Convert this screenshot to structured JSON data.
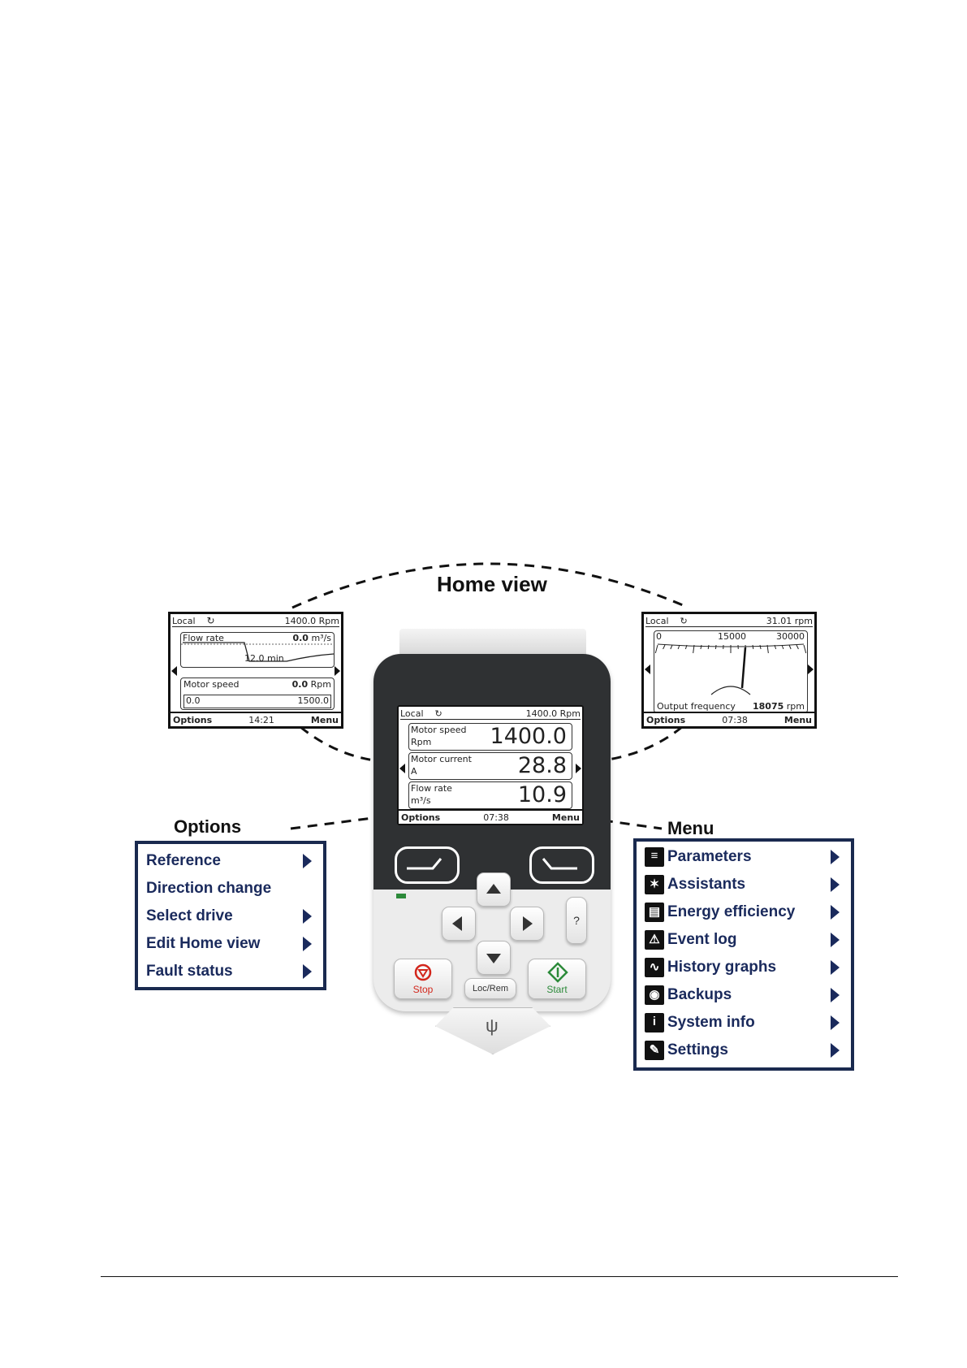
{
  "home_view_label": "Home view",
  "options_label": "Options",
  "menu_label": "Menu",
  "left_screen": {
    "mode": "Local",
    "status_value": "1400.0 Rpm",
    "trend_name": "Flow rate",
    "trend_value": "0.0",
    "trend_unit": "m³/s",
    "trend_span": "12.0 min",
    "bar_name": "Motor speed",
    "bar_value": "0.0",
    "bar_unit": "Rpm",
    "bar_min": "0.0",
    "bar_max": "1500.0",
    "softkey_left": "Options",
    "time": "14:21",
    "softkey_right": "Menu"
  },
  "right_screen": {
    "mode": "Local",
    "status_value": "31.01 rpm",
    "scale_min": "0",
    "scale_mid": "15000",
    "scale_max": "30000",
    "gauge_name": "Output frequency",
    "gauge_value": "18075",
    "gauge_unit": "rpm",
    "gauge_fraction": 0.6,
    "softkey_left": "Options",
    "time": "07:38",
    "softkey_right": "Menu"
  },
  "device_screen": {
    "mode": "Local",
    "status_value": "1400.0 Rpm",
    "rows": [
      {
        "name": "Motor speed",
        "unit": "Rpm",
        "value": "1400.0"
      },
      {
        "name": "Motor current",
        "unit": "A",
        "value": "28.8"
      },
      {
        "name": "Flow rate",
        "unit": "m³/s",
        "value": "10.9"
      }
    ],
    "softkey_left": "Options",
    "time": "07:38",
    "softkey_right": "Menu"
  },
  "keypad": {
    "stop_label": "Stop",
    "locrem_label": "Loc/Rem",
    "start_label": "Start",
    "help_label": "?",
    "usb_symbol": "ψ"
  },
  "options_list": [
    {
      "label": "Reference",
      "has_arrow": true
    },
    {
      "label": "Direction change",
      "has_arrow": false
    },
    {
      "label": "Select drive",
      "has_arrow": true
    },
    {
      "label": "Edit Home view",
      "has_arrow": true
    },
    {
      "label": "Fault status",
      "has_arrow": true
    }
  ],
  "menu_list": [
    {
      "label": "Parameters",
      "icon": "parameters-icon"
    },
    {
      "label": "Assistants",
      "icon": "assistants-icon"
    },
    {
      "label": "Energy efficiency",
      "icon": "energy-efficiency-icon"
    },
    {
      "label": "Event log",
      "icon": "event-log-icon"
    },
    {
      "label": "History graphs",
      "icon": "history-graphs-icon"
    },
    {
      "label": "Backups",
      "icon": "backups-icon"
    },
    {
      "label": "System info",
      "icon": "system-info-icon"
    },
    {
      "label": "Settings",
      "icon": "settings-icon"
    }
  ]
}
